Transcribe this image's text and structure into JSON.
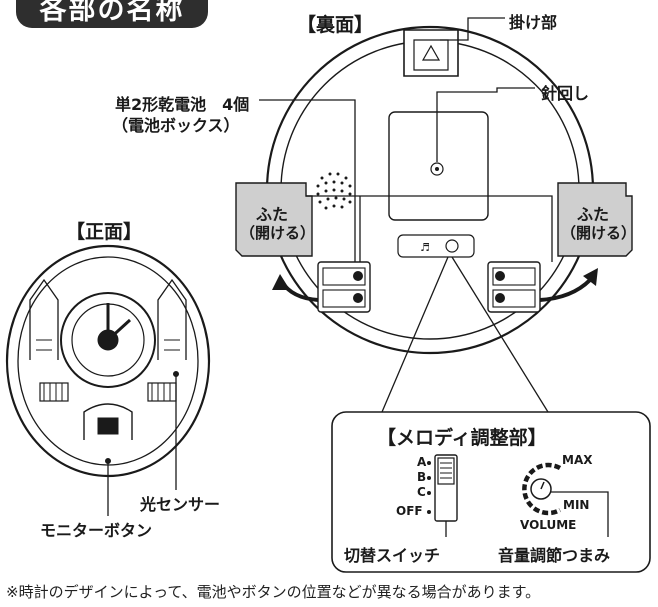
{
  "header": {
    "title": "各部の名称"
  },
  "back": {
    "heading": "【裏面】",
    "hanger": "掛け部",
    "battery_line1": "単2形乾電池　4個",
    "battery_line2": "（電池ボックス）",
    "hand_adjust": "針回し",
    "lid_left_line1": "ふた",
    "lid_left_line2": "（開ける）",
    "lid_right_line1": "ふた",
    "lid_right_line2": "（開ける）"
  },
  "front": {
    "heading": "【正面】",
    "light_sensor": "光センサー",
    "monitor_button": "モニターボタン"
  },
  "melody": {
    "heading": "【メロディ調整部】",
    "switch_a": "A",
    "switch_b": "B",
    "switch_c": "C",
    "switch_off": "OFF",
    "max": "MAX",
    "min": "MIN",
    "volume": "VOLUME",
    "switch_label": "切替スイッチ",
    "volume_label": "音量調節つまみ"
  },
  "footer": {
    "note": "※時計のデザインによって、電池やボタンの位置などが異なる場合があります。"
  },
  "colors": {
    "line": "#1a1a1a",
    "lid_fill": "#cfcfcf",
    "title_bg": "#2e2e2e",
    "arrow": "#1a1a1a"
  }
}
